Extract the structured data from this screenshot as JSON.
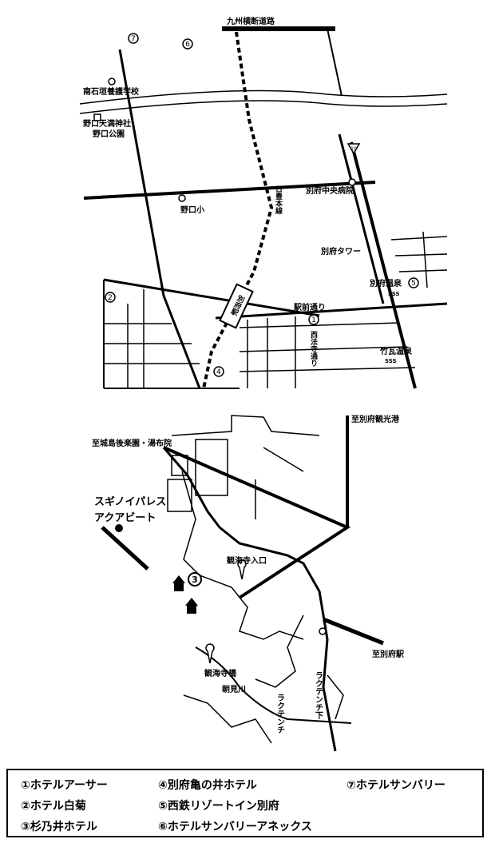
{
  "map_upper": {
    "expressway": "九州横断道路",
    "school_minamiishigaki": "南石垣養護学校",
    "shrine": "野口天満神社",
    "park": "野口公園",
    "railway": "日豊本線",
    "hospital": "別府中央病院",
    "school_noguchi": "野口小",
    "station": "別府駅",
    "tower": "別府タワー",
    "onsen_beppu": "別府温泉",
    "onsen_takegawara": "竹瓦温泉",
    "onsen_mark": "SSS",
    "street_ekimae": "駅前通り",
    "street_nishihoumon": "西法寺通り",
    "route_number": "10"
  },
  "map_lower": {
    "to_shiroshima": "至城島後楽園・湯布院",
    "to_port": "至別府観光港",
    "to_station": "至別府駅",
    "hotel_suginoi": "スギノイパレス",
    "aquabeat": "アクアビート",
    "kankaiji_entrance": "観海寺入口",
    "kankaiji": "観海寺橋",
    "river": "朝見川",
    "raku_tenchi": "ラクテンチ",
    "raku_tenchi_shita": "ラクテンチ下"
  },
  "legend": [
    {
      "num": "①",
      "name": "ホテルアーサー"
    },
    {
      "num": "②",
      "name": "ホテル白菊"
    },
    {
      "num": "③",
      "name": "杉乃井ホテル"
    },
    {
      "num": "④",
      "name": "別府亀の井ホテル"
    },
    {
      "num": "⑤",
      "name": "西鉄リゾートイン別府"
    },
    {
      "num": "⑥",
      "name": "ホテルサンバリーアネックス"
    },
    {
      "num": "⑦",
      "name": "ホテルサンバリー"
    }
  ]
}
